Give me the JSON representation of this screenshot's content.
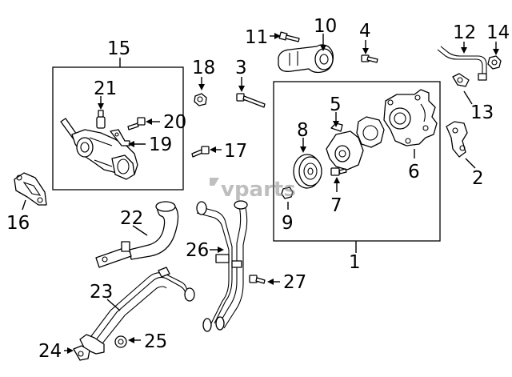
{
  "watermark": "vparts",
  "callouts": [
    {
      "id": "1",
      "text": "1"
    },
    {
      "id": "2",
      "text": "2"
    },
    {
      "id": "3",
      "text": "3"
    },
    {
      "id": "4",
      "text": "4"
    },
    {
      "id": "5",
      "text": "5"
    },
    {
      "id": "6",
      "text": "6"
    },
    {
      "id": "7",
      "text": "7"
    },
    {
      "id": "8",
      "text": "8"
    },
    {
      "id": "9",
      "text": "9"
    },
    {
      "id": "10",
      "text": "10"
    },
    {
      "id": "11",
      "text": "11"
    },
    {
      "id": "12",
      "text": "12"
    },
    {
      "id": "13",
      "text": "13"
    },
    {
      "id": "14",
      "text": "14"
    },
    {
      "id": "15",
      "text": "15"
    },
    {
      "id": "16",
      "text": "16"
    },
    {
      "id": "17",
      "text": "17"
    },
    {
      "id": "18",
      "text": "18"
    },
    {
      "id": "19",
      "text": "19"
    },
    {
      "id": "20",
      "text": "20"
    },
    {
      "id": "21",
      "text": "21"
    },
    {
      "id": "22",
      "text": "22"
    },
    {
      "id": "23",
      "text": "23"
    },
    {
      "id": "24",
      "text": "24"
    },
    {
      "id": "25",
      "text": "25"
    },
    {
      "id": "26",
      "text": "26"
    },
    {
      "id": "27",
      "text": "27"
    }
  ]
}
